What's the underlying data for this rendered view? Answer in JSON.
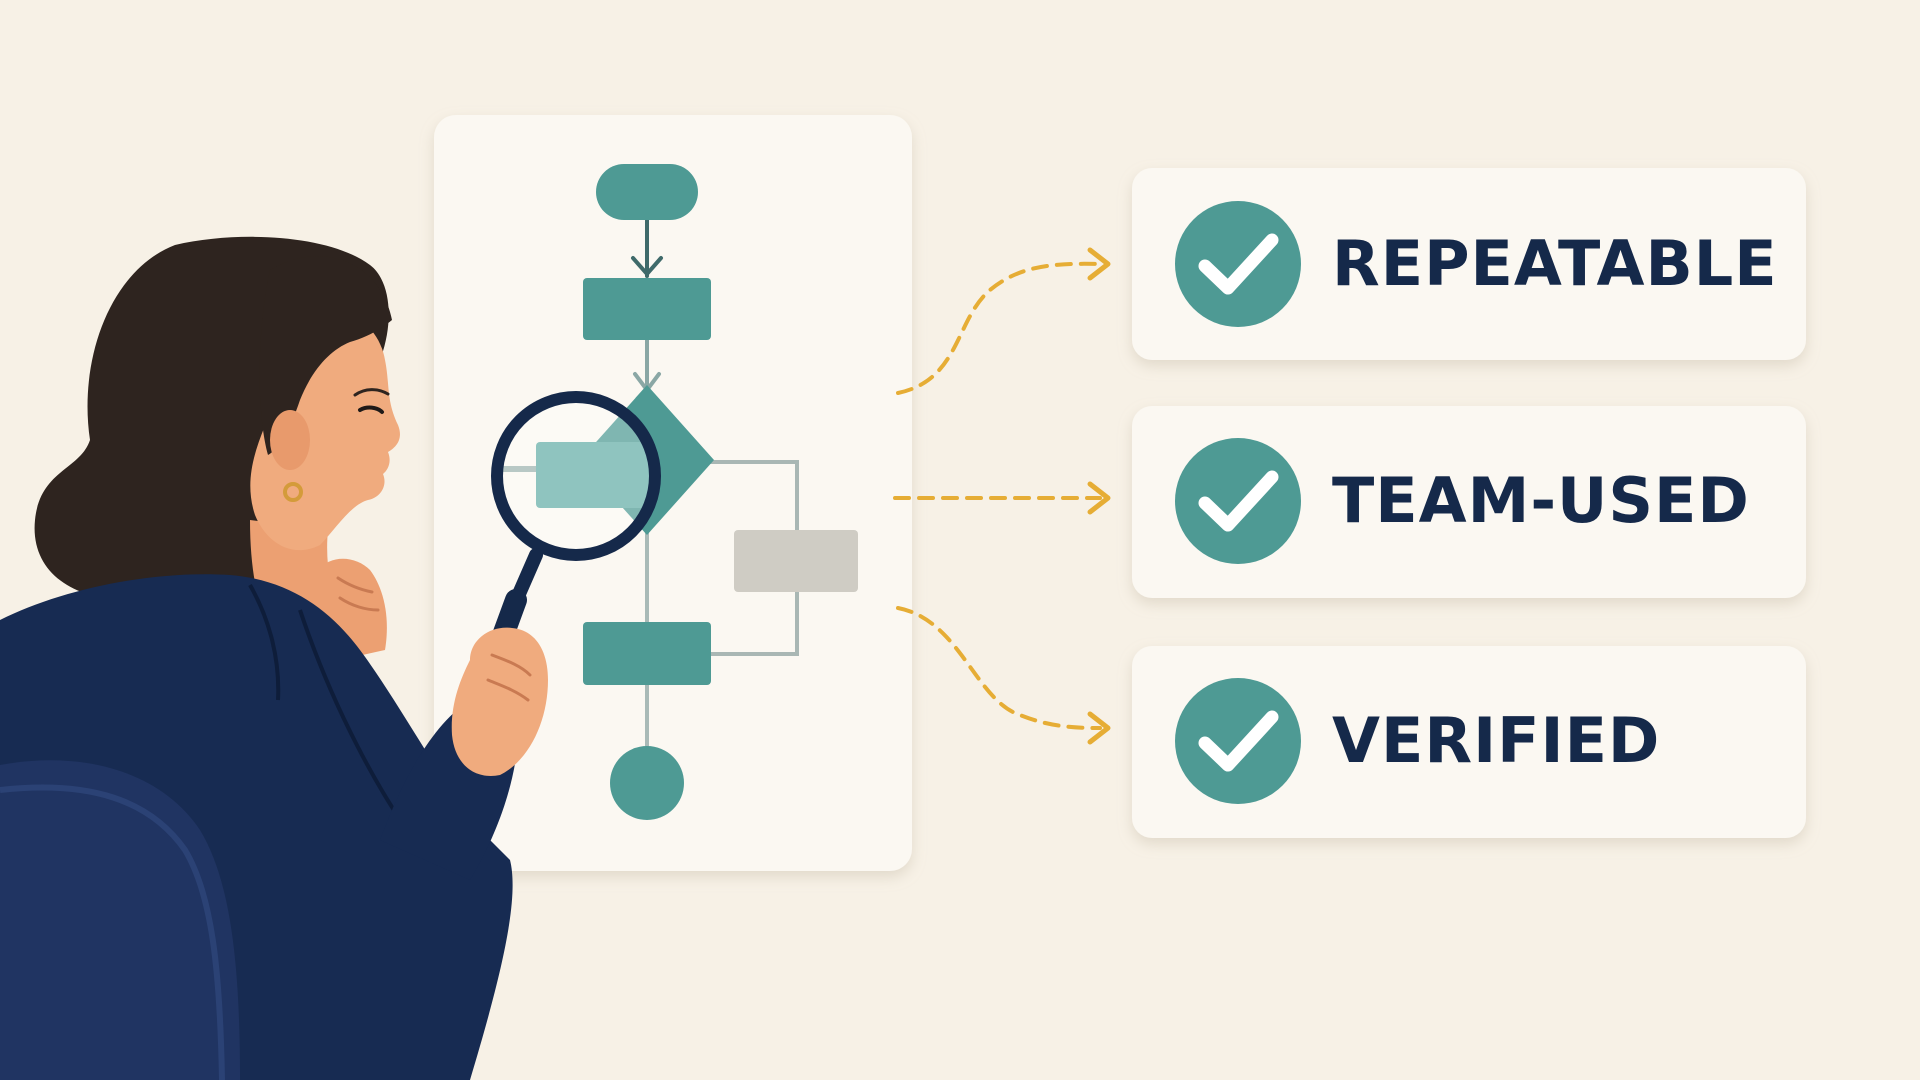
{
  "badges": [
    {
      "label": "REPEATABLE",
      "icon": "check-circle-icon"
    },
    {
      "label": "TEAM-USED",
      "icon": "check-circle-icon"
    },
    {
      "label": "VERIFIED",
      "icon": "check-circle-icon"
    }
  ],
  "colors": {
    "background": "#f7f1e6",
    "teal": "#4e9a94",
    "navy": "#15294a",
    "arrow": "#e6ad35",
    "gray_box": "#cfccc4"
  }
}
